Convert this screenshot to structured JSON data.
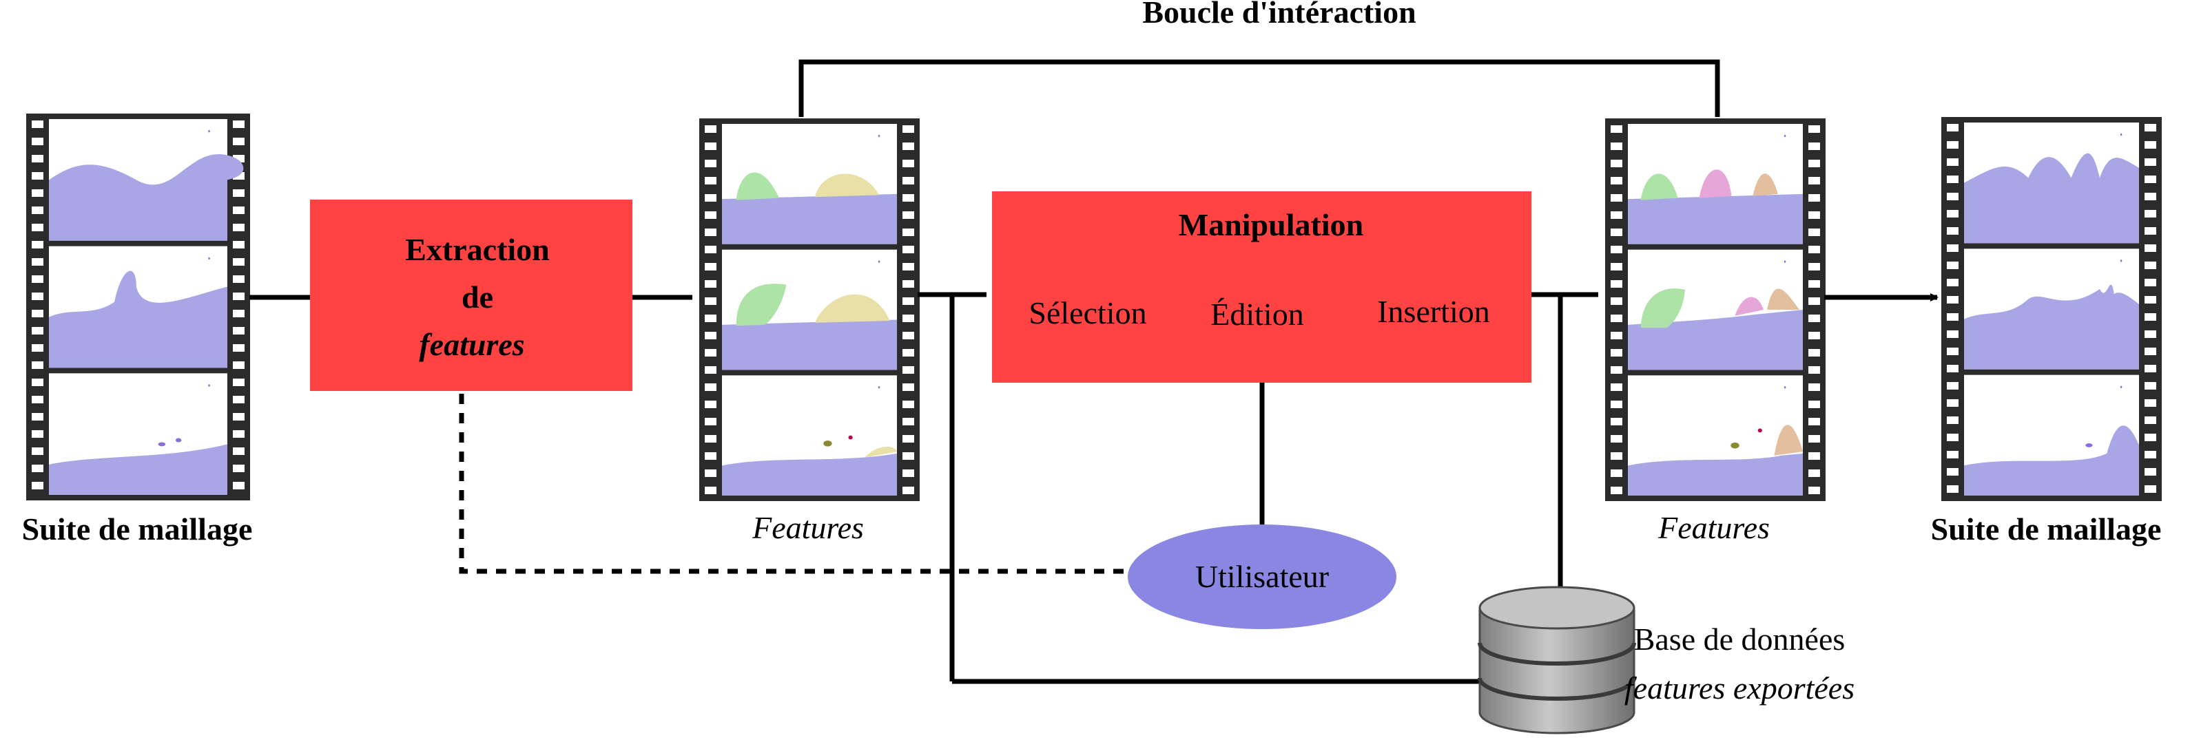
{
  "title": "Boucle d'intéraction",
  "extraction": {
    "line1": "Extraction",
    "line2": "de",
    "line3": "features"
  },
  "manipulation": {
    "title": "Manipulation",
    "ops": [
      "Sélection",
      "Édition",
      "Insertion"
    ]
  },
  "user": "Utilisateur",
  "database": {
    "line1": "Base de données",
    "line2": "features exportées"
  },
  "input_label": "Suite de maillage",
  "features_label_left": "Features",
  "features_label_right": "Features",
  "output_label": "Suite de maillage",
  "colors": {
    "box": "#ff4343",
    "user": "#8a87e2",
    "wave": "#a9a6e6",
    "feature_green": "#aee3a8",
    "feature_yellow": "#e9dfa8",
    "feature_pink": "#e6a6d8",
    "feature_tan": "#e3bf9f",
    "film": "#2b2b2b",
    "db": "#a8a8a8"
  }
}
